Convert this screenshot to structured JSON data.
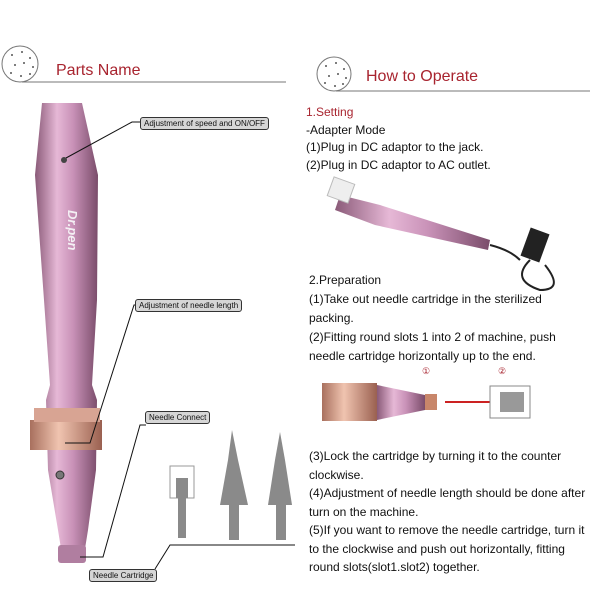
{
  "left": {
    "title": "Parts Name",
    "brand": "Dr.pen",
    "callouts": [
      "Adjustment of speed and ON/OFF",
      "Adjustment of needle length",
      "Needle Connect",
      "Needle Cartridge"
    ]
  },
  "right": {
    "title": "How to Operate",
    "setting": {
      "heading": "1.Setting",
      "lines": [
        "-Adapter Mode",
        "(1)Plug in DC adaptor to the jack.",
        "(2)Plug in DC adaptor to AC outlet."
      ]
    },
    "preparation": {
      "lines": [
        "2.Preparation",
        "(1)Take out needle cartridge in the sterilized",
        "packing.",
        "(2)Fitting round slots 1 into 2 of machine, push",
        "needle cartridge horizontally up to the end."
      ]
    },
    "diagram_labels": [
      "①",
      "②"
    ],
    "steps": [
      "(3)Lock the cartridge by turning it to the counter",
      "clockwise.",
      "(4)Adjustment of needle length should be done after",
      "turn on the machine.",
      "(5)If you want to remove the needle cartridge, turn it",
      "to the clockwise and push out horizontally, fitting",
      "round slots(slot1.slot2) together."
    ]
  }
}
